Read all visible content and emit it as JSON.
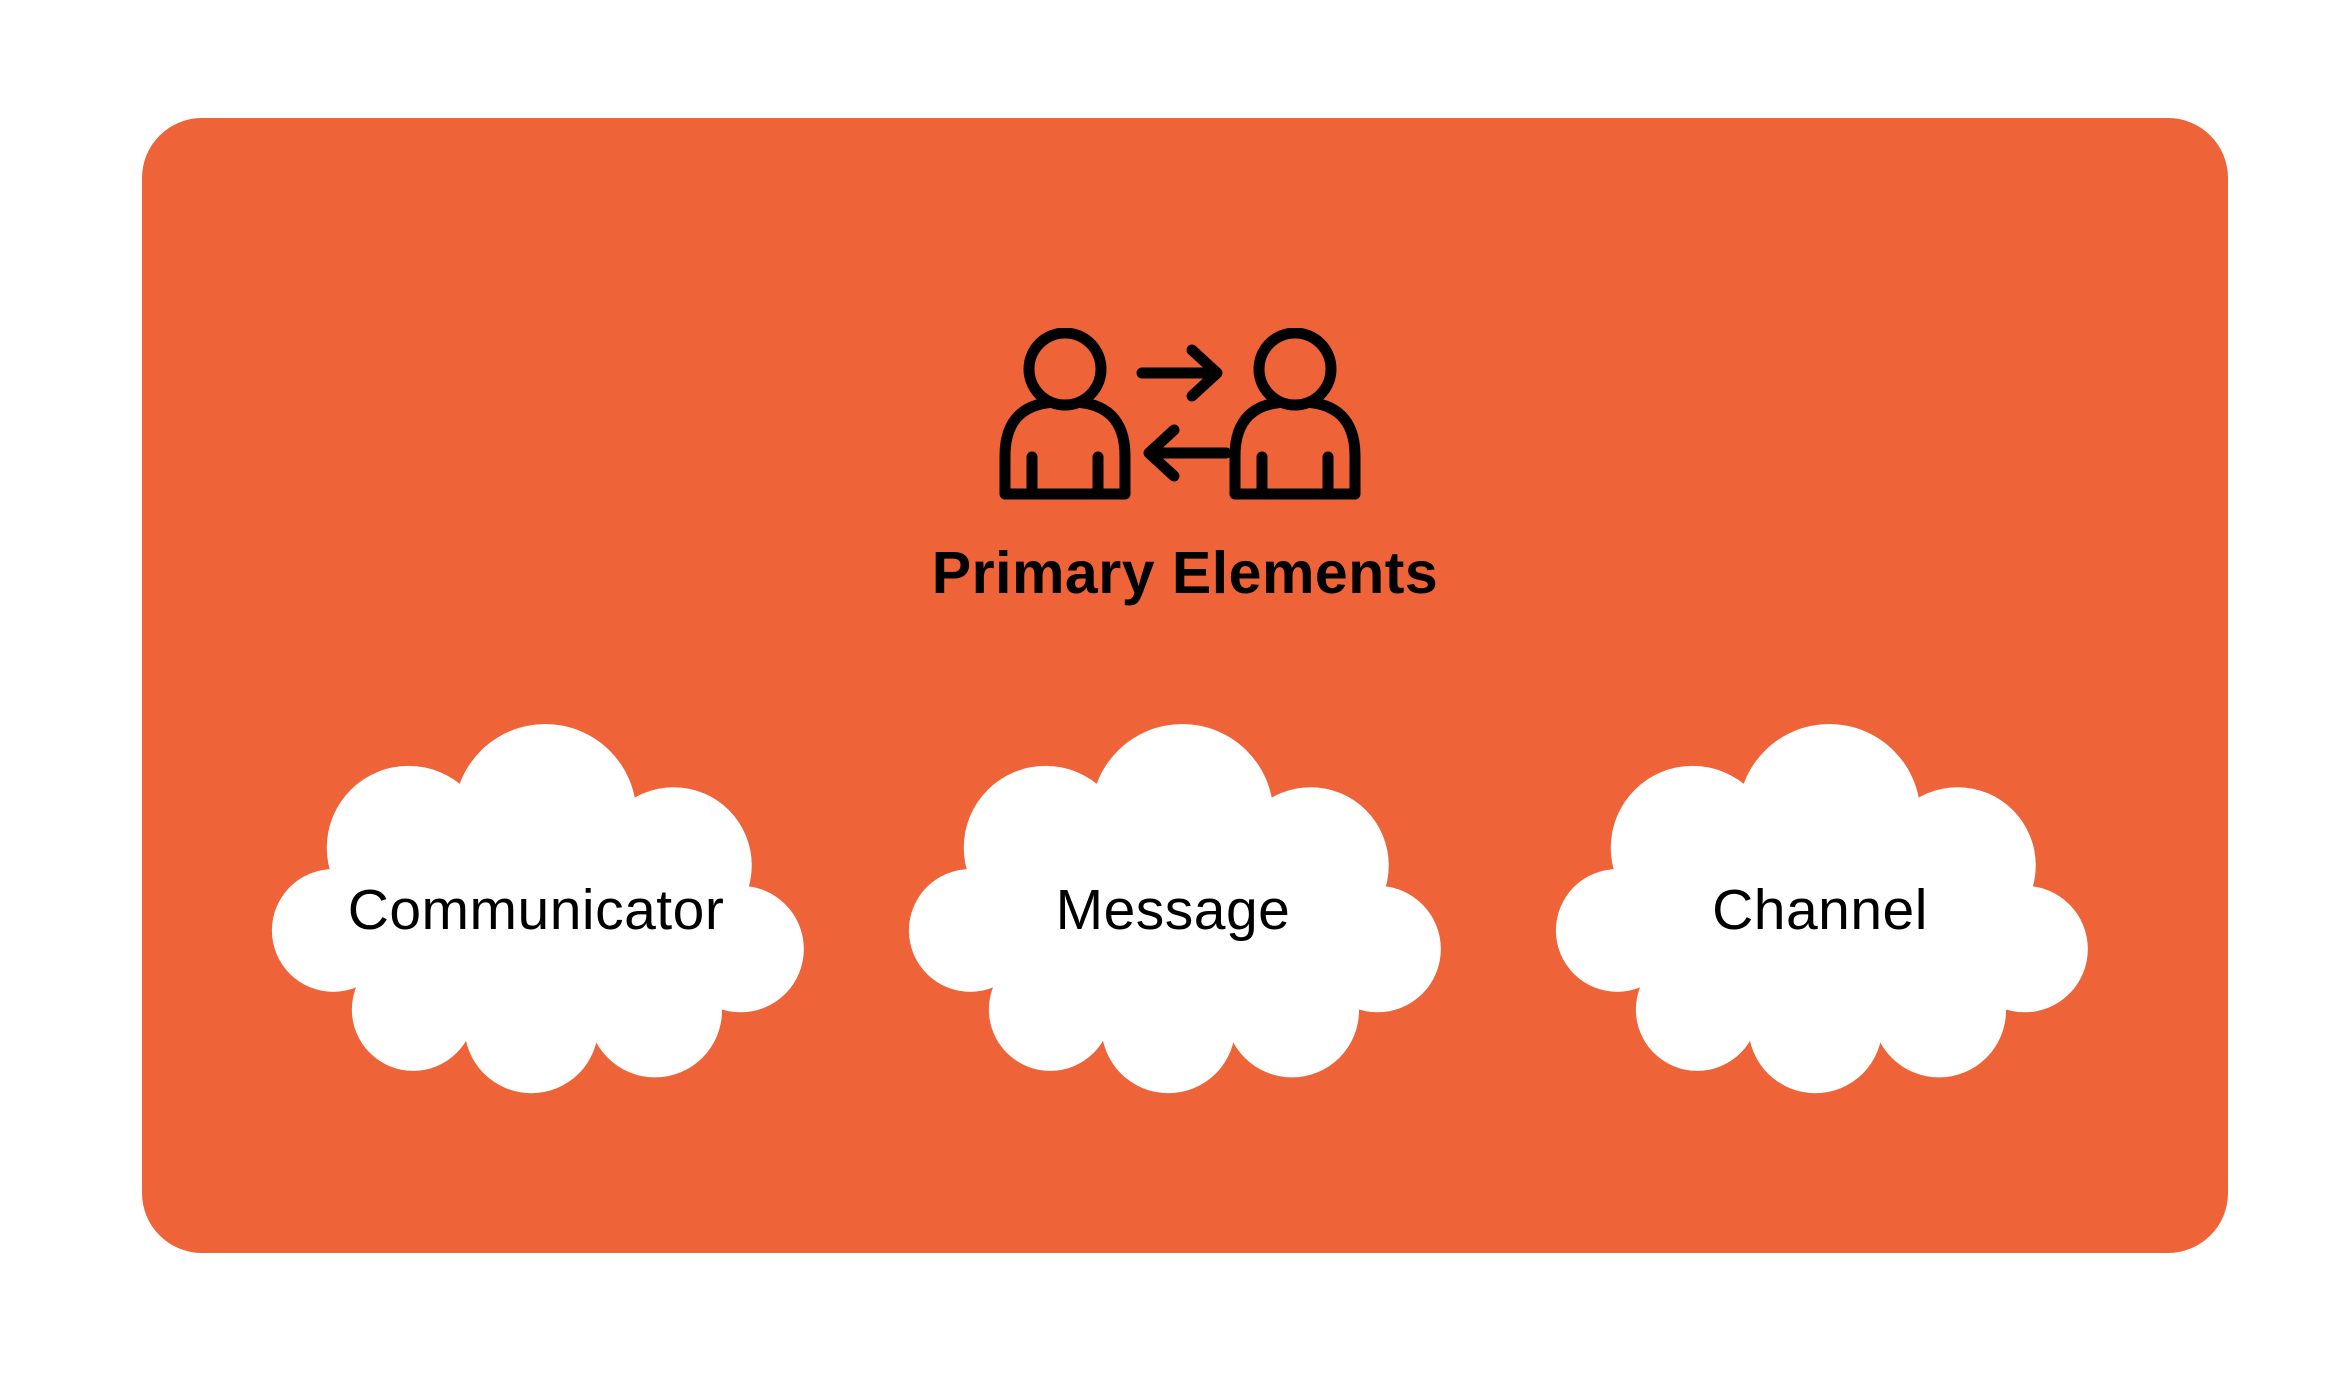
{
  "card": {
    "title": "Primary Elements",
    "icon": "two-people-exchange-arrows-icon"
  },
  "clouds": [
    {
      "label": "Communicator"
    },
    {
      "label": "Message"
    },
    {
      "label": "Channel"
    }
  ],
  "colors": {
    "card_orange": "#EE6338",
    "cloud_white": "#FFFFFF",
    "text_black": "#000000",
    "page_white": "#FFFFFF"
  }
}
